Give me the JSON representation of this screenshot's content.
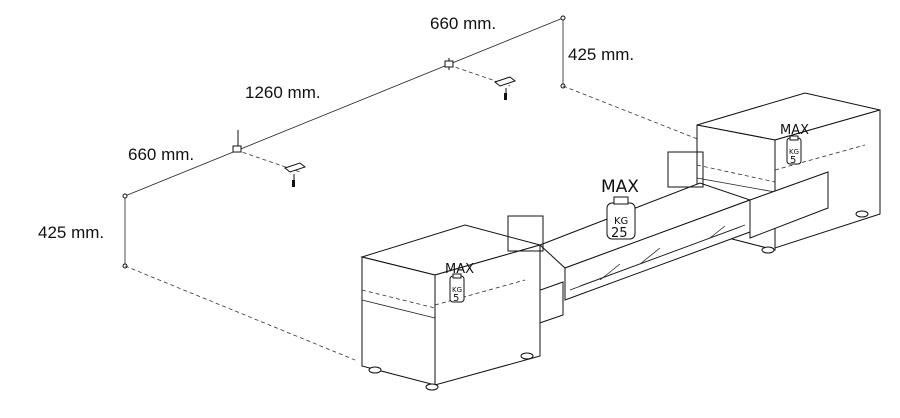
{
  "dimensions": {
    "top_width": "660 mm.",
    "top_height": "425 mm.",
    "middle_span": "1260 mm.",
    "left_width": "660 mm.",
    "left_height": "425 mm."
  },
  "weight_limits": [
    {
      "id": "left-cabinet",
      "max_label": "MAX",
      "unit": "KG",
      "value": "5"
    },
    {
      "id": "center-shelf",
      "max_label": "MAX",
      "unit": "KG",
      "value": "25"
    },
    {
      "id": "right-cabinet",
      "max_label": "MAX",
      "unit": "KG",
      "value": "5"
    }
  ]
}
